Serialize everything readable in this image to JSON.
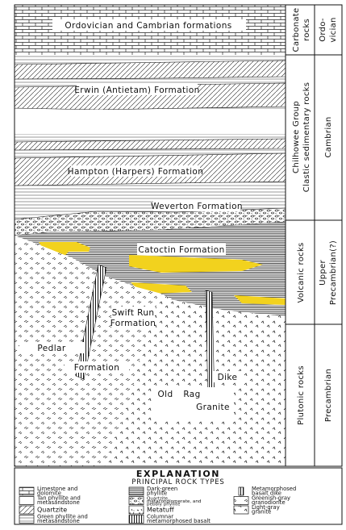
{
  "formations": {
    "ordovician_cambrian": "Ordovician and Cambrian formations",
    "erwin": "Erwin (Antietam) Formation",
    "hampton": "Hampton (Harpers) Formation",
    "weverton": "Weverton Formation",
    "catoctin": "Catoctin Formation",
    "swift_run_1": "Swift Run",
    "swift_run_2": "Formation",
    "pedlar_1": "Pedlar",
    "pedlar_2": "Formation",
    "dike": "Dike",
    "old_rag_1": "Old",
    "old_rag_2": "Rag",
    "old_rag_3": "Granite"
  },
  "side_columns": {
    "rock_groups": {
      "carbonate": [
        "Carbonate",
        "rocks"
      ],
      "clastic": [
        "Chilhowee Group",
        "Clastic sedimentary rocks"
      ],
      "volcanic": [
        "Volcanic rocks"
      ],
      "plutonic": [
        "Plutonic rocks"
      ]
    },
    "ages": {
      "ordovician": [
        "Ordo-",
        "vician"
      ],
      "cambrian": [
        "Cambrian"
      ],
      "upper_precambrian": [
        "Upper",
        "Precambrian(?)"
      ],
      "precambrian": [
        "Precambrian"
      ]
    }
  },
  "explanation": {
    "title": "EXPLANATION",
    "subtitle": "PRINCIPAL ROCK TYPES",
    "items": [
      {
        "pattern": "limestone",
        "lines": [
          "Limestone and",
          "dolomite"
        ]
      },
      {
        "pattern": "tan-phyllite",
        "lines": [
          "Tan phyllite and",
          "metasandstone"
        ]
      },
      {
        "pattern": "quartzite",
        "lines": [
          "Quartzite"
        ]
      },
      {
        "pattern": "green-phyllite",
        "lines": [
          "Green phyllite and",
          "metasandstone"
        ]
      },
      {
        "pattern": "dark-green-phyllite",
        "lines": [
          "Dark-green",
          "phyllite"
        ]
      },
      {
        "pattern": "conglomerate",
        "lines": [
          "Quartzite,",
          "metaconglomerate, and",
          "pebbly phyllite"
        ]
      },
      {
        "pattern": "metatuff",
        "lines": [
          "Metatuff"
        ]
      },
      {
        "pattern": "columnar-basalt",
        "lines": [
          "Columnar",
          "metamorphosed basalt"
        ]
      },
      {
        "pattern": "basalt-dike",
        "lines": [
          "Metamorphosed",
          "basalt dike"
        ]
      },
      {
        "pattern": "granodiorite",
        "lines": [
          "Greenish-gray",
          "granodiorite"
        ]
      },
      {
        "pattern": "granite",
        "lines": [
          "Light-gray",
          "granite"
        ]
      }
    ]
  },
  "colors": {
    "highlight": "#F2D21E",
    "ink": "#111111",
    "paper": "#ffffff"
  }
}
